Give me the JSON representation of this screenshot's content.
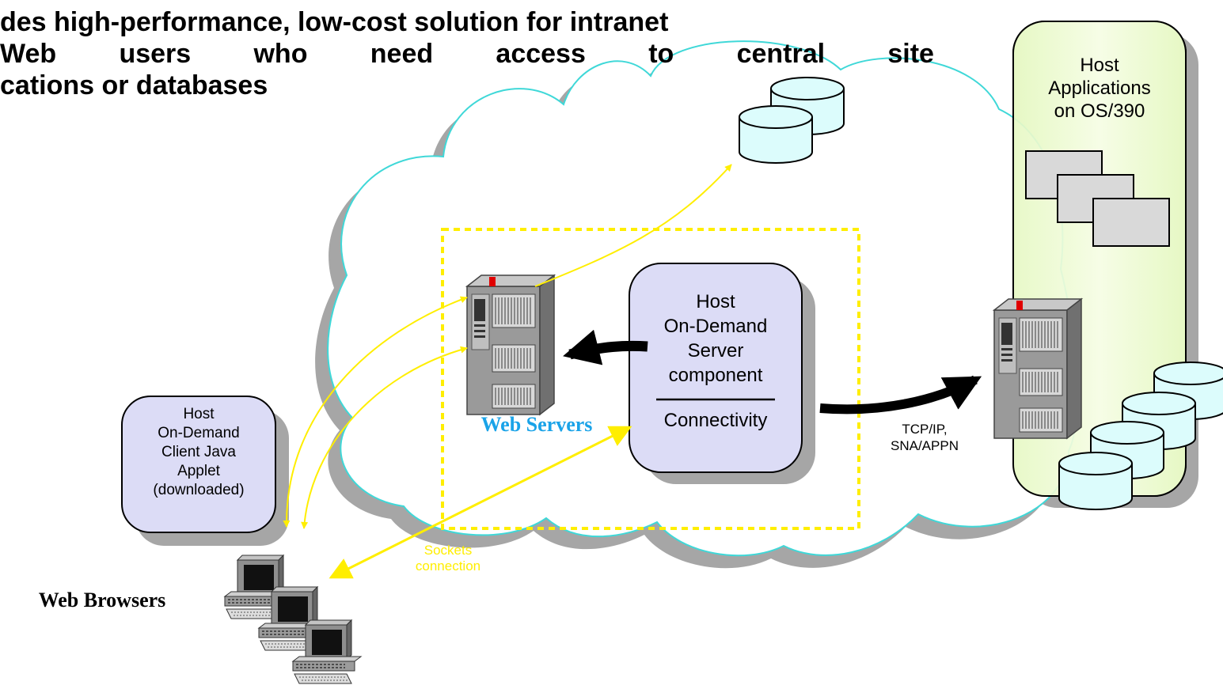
{
  "headline": {
    "line1": "des high-performance, low-cost solution for intranet",
    "line2_words": [
      "Web",
      "users",
      "who",
      "need",
      "access",
      "to",
      "central",
      "site"
    ],
    "line3": "cations or databases"
  },
  "host_apps_panel": {
    "line1": "Host",
    "line2": "Applications",
    "line3": "on OS/390"
  },
  "server_component": {
    "line1": "Host",
    "line2": "On-Demand",
    "line3": "Server",
    "line4": "component",
    "line5": "Connectivity"
  },
  "client_applet": {
    "line1": "Host",
    "line2": "On-Demand",
    "line3": "Client Java",
    "line4": "Applet",
    "line5": "(downloaded)"
  },
  "labels": {
    "web_servers": "Web Servers",
    "web_browsers": "Web Browsers",
    "protocol_line1": "TCP/IP,",
    "protocol_line2": "SNA/APPN",
    "sockets_line1": "Sockets",
    "sockets_line2": "connection"
  },
  "colors": {
    "cloud_fill": "#ffffff",
    "cloud_outline": "#3fd8d8",
    "cloud_shadow": "#a6a6a6",
    "box_fill": "#dcdcf6",
    "panel_fill": "#eefbd6",
    "disk_fill": "#dcfcfc",
    "yellow": "#ffee00",
    "web_servers_text": "#1aa3e8"
  }
}
